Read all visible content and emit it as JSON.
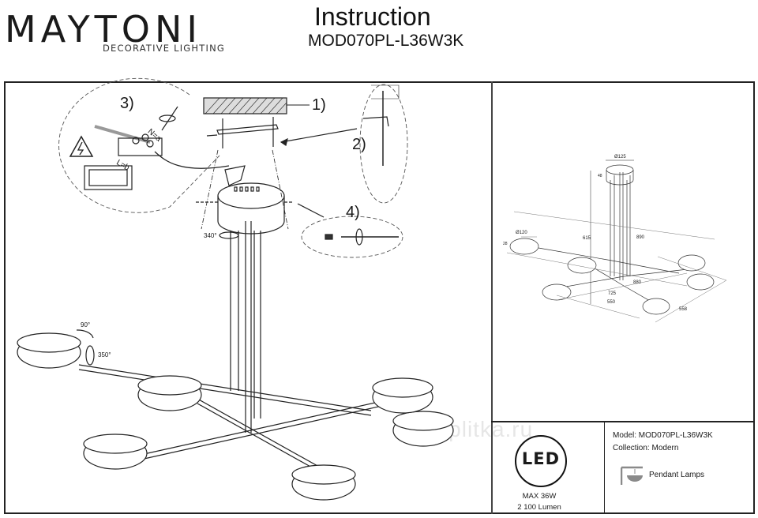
{
  "header": {
    "brand_name": "MAYTONI",
    "brand_tagline": "DECORATIVE LIGHTING",
    "doc_title": "Instruction",
    "model_code": "MOD070PL-L36W3K"
  },
  "steps": {
    "step1": "1)",
    "step2": "2)",
    "step3": "3)",
    "step4": "4)",
    "wire_neutral": "N=a",
    "wire_live": "L=b"
  },
  "rotation_labels": {
    "canopy": "340°",
    "shade_tilt": "90°",
    "arm_rotate": "350°"
  },
  "dimensions": {
    "canopy_diameter": "Ø125",
    "canopy_height": "48",
    "shade_diameter": "Ø120",
    "shade_height": "28",
    "total_height": "615",
    "span_long": "890",
    "span_mid": "880",
    "span_725": "725",
    "span_550": "550",
    "depth": "558"
  },
  "spec": {
    "led_label": "LED",
    "max_power": "MAX 36W",
    "lumen": "2 100 Lumen",
    "model_label": "Model:",
    "model_value": "MOD070PL-L36W3K",
    "collection_label": "Collection:",
    "collection_value": "Modern",
    "category_icon": "pendant-lamp-icon",
    "category": "Pendant Lamps"
  },
  "watermark": "3dplitka.ru",
  "colors": {
    "line": "#222222",
    "dim_line": "#666666",
    "icon_gray": "#8a8a8a"
  }
}
